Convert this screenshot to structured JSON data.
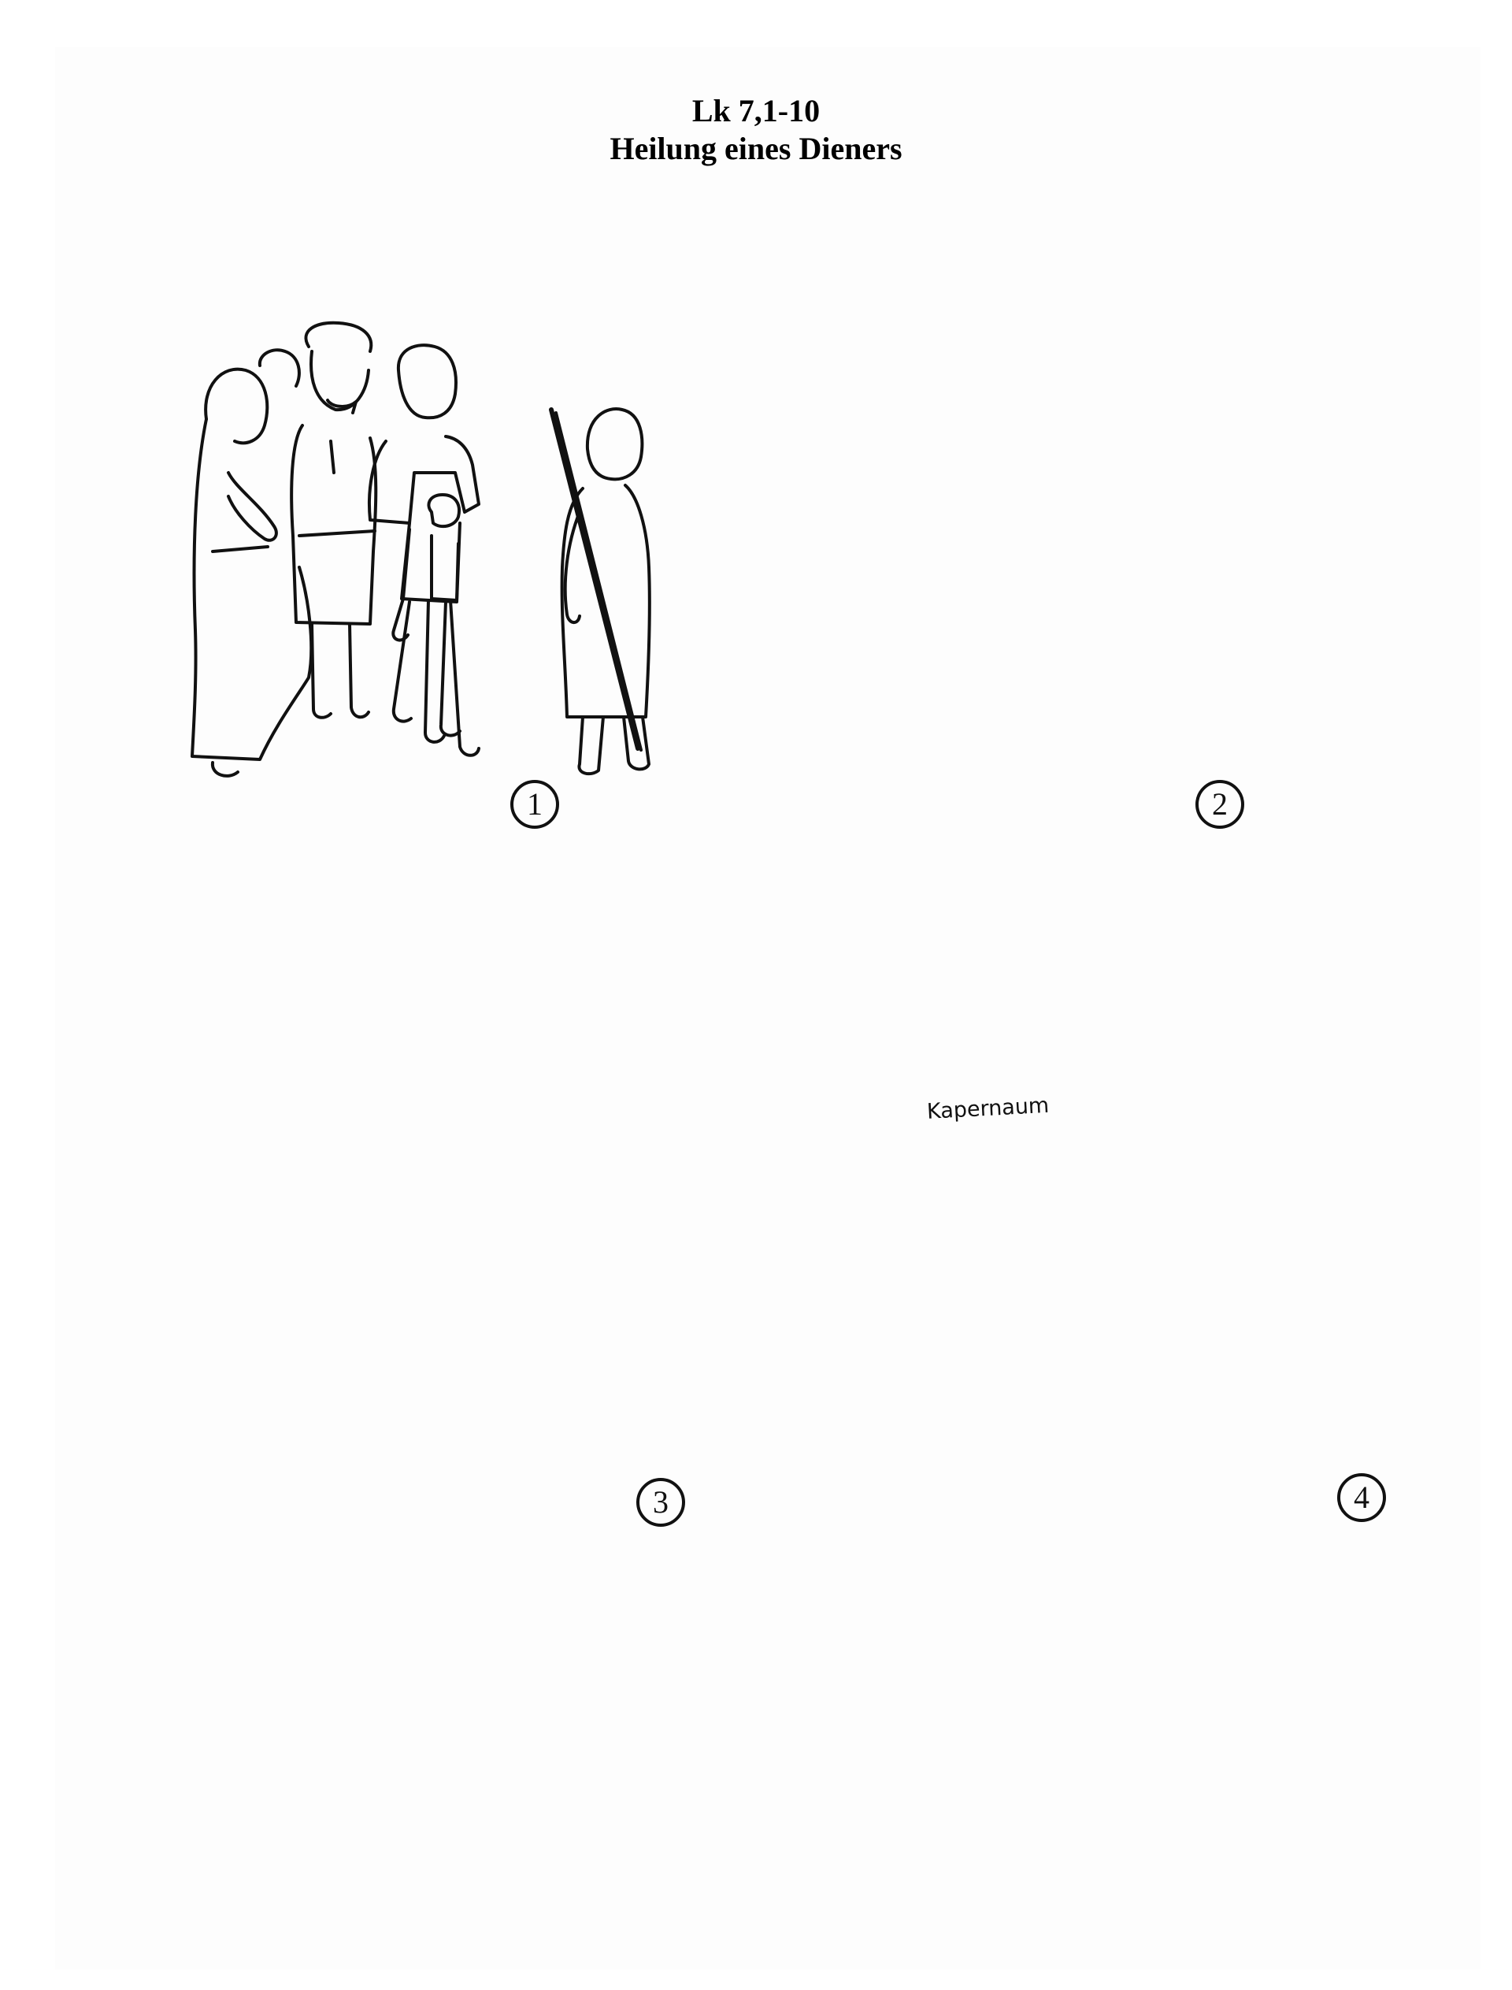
{
  "heading": {
    "reference": "Lk 7,1-10",
    "title": "Heilung eines Dieners"
  },
  "panels": [
    {
      "number": "1"
    },
    {
      "number": "2"
    },
    {
      "number": "3"
    },
    {
      "number": "4"
    }
  ],
  "signpost": {
    "text": "Kapernaum"
  }
}
